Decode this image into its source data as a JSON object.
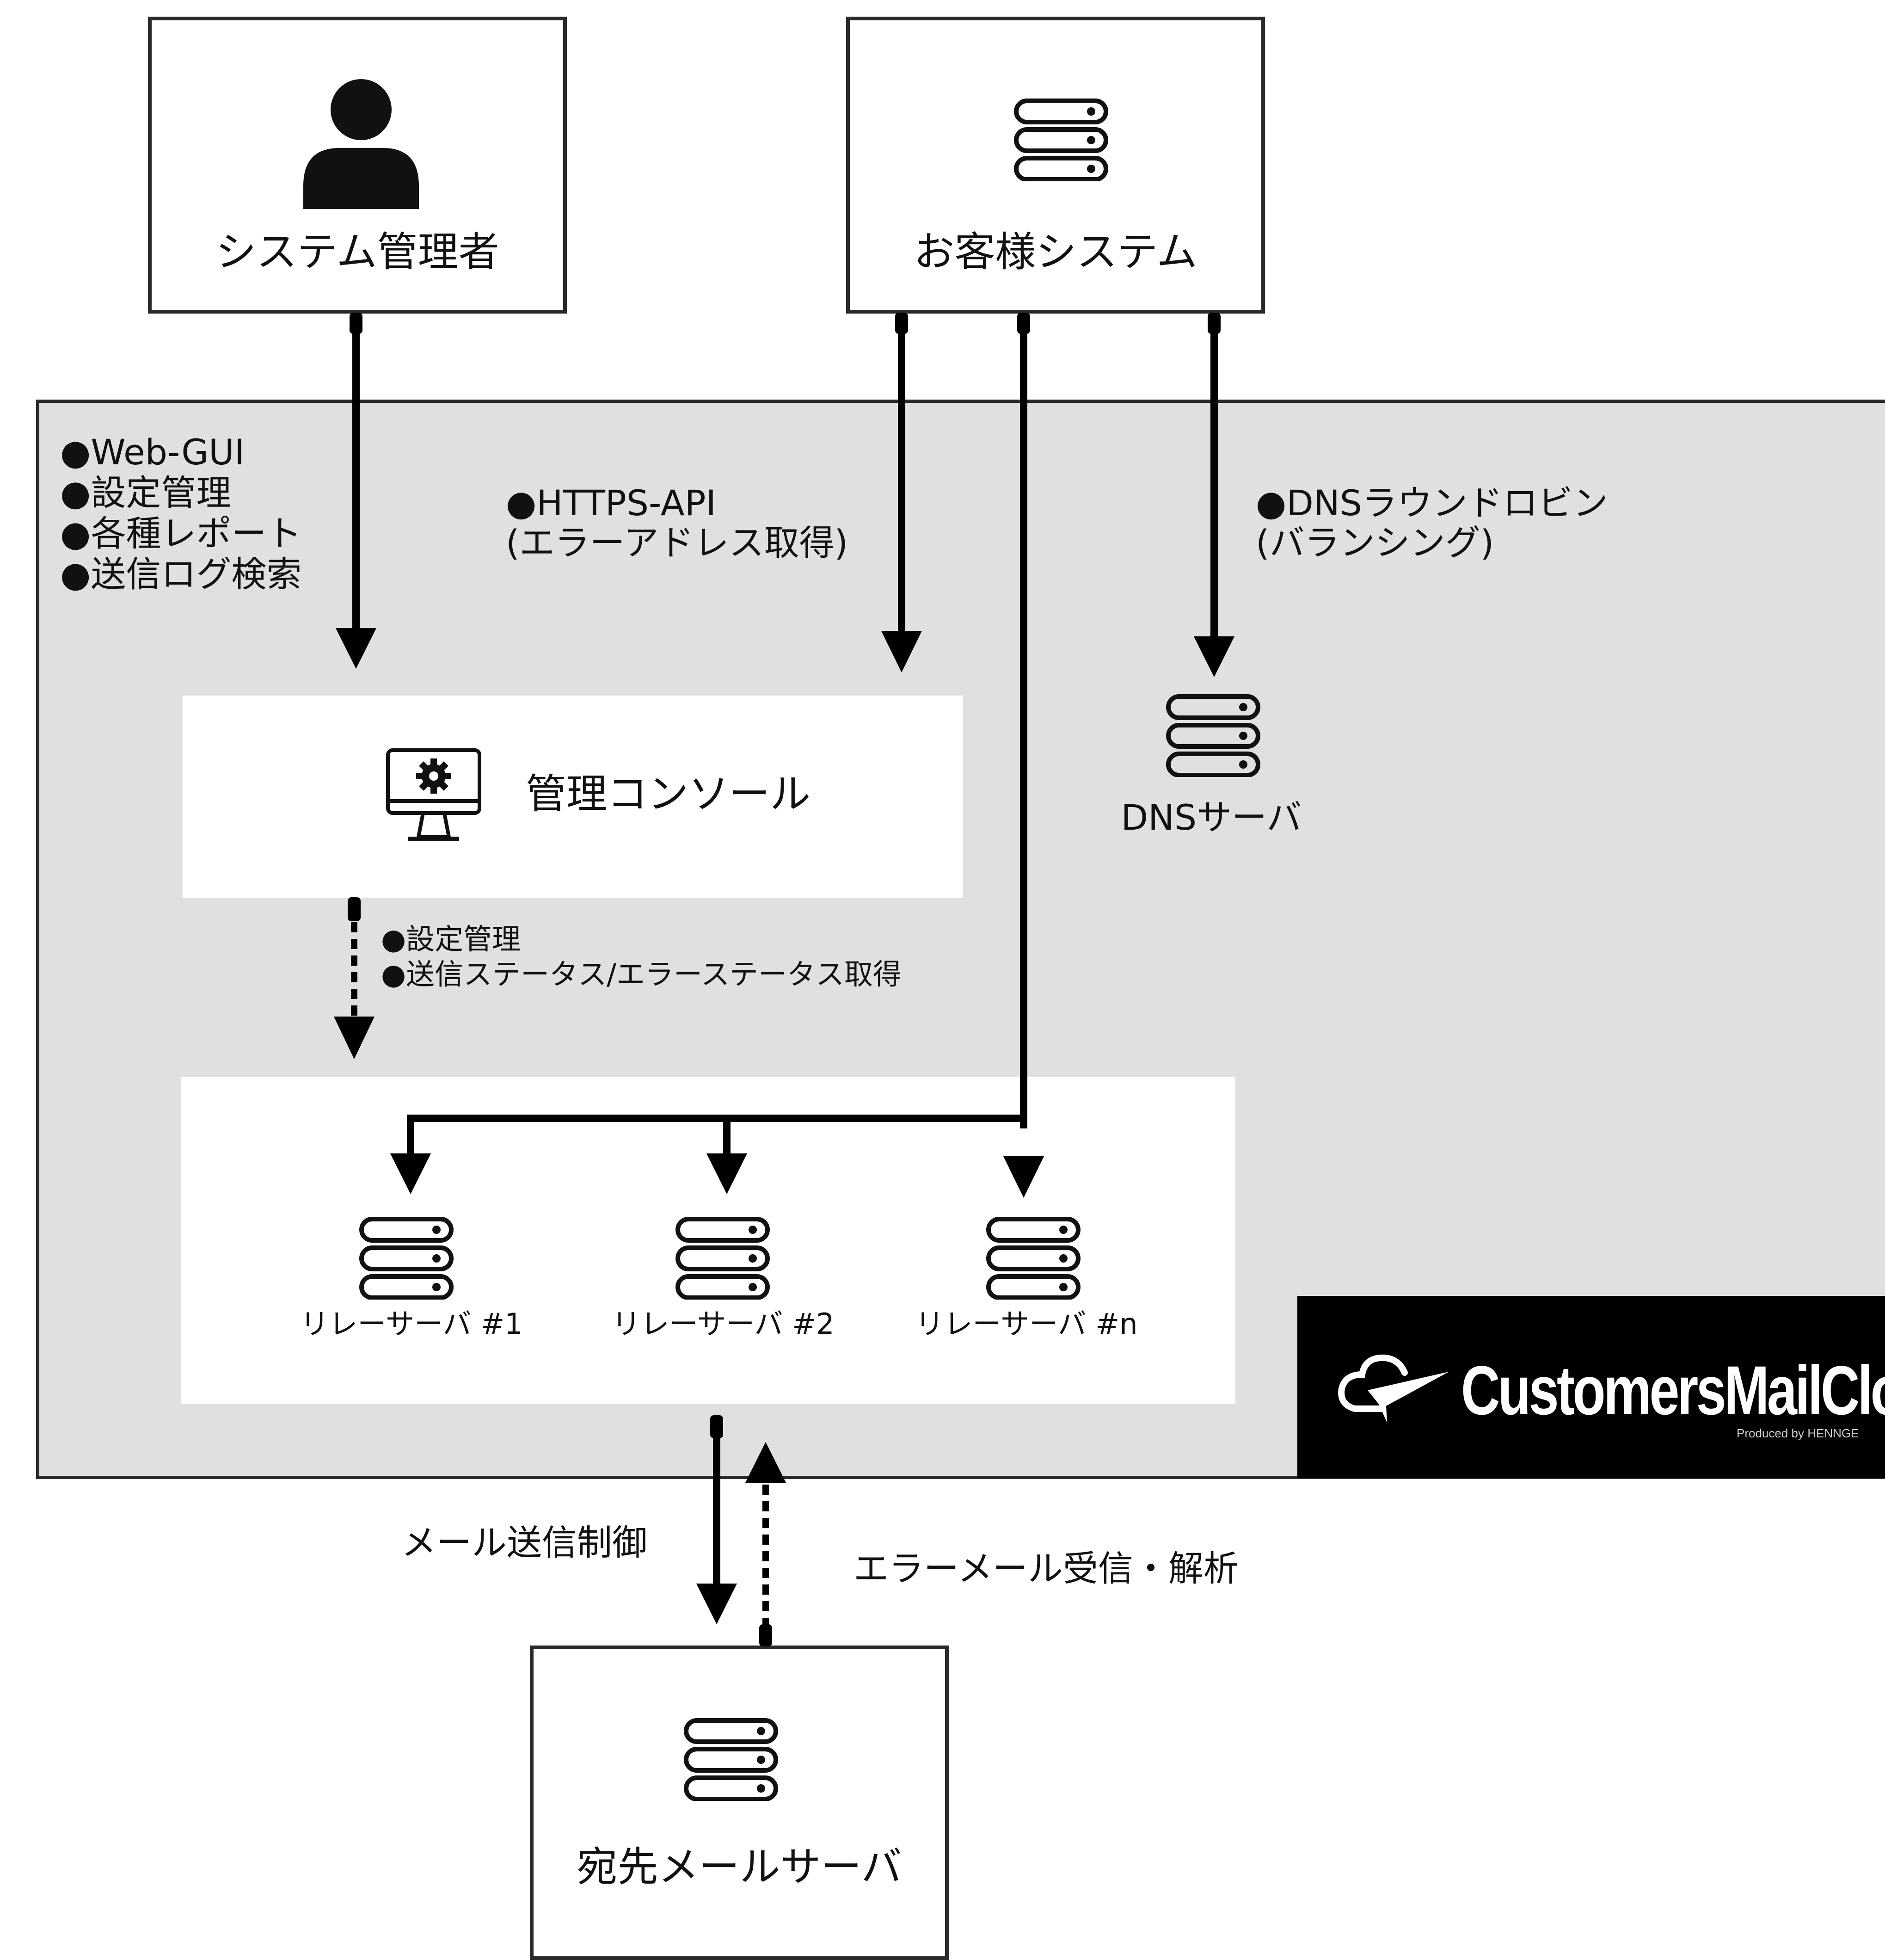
{
  "nodes": {
    "admin": {
      "label": "システム管理者",
      "icon": "user-icon"
    },
    "customer": {
      "label": "お客様システム",
      "icon": "server-icon"
    },
    "console": {
      "label": "管理コンソール",
      "icon": "monitor-gear-icon"
    },
    "dns": {
      "label": "DNSサーバ",
      "icon": "server-icon"
    },
    "relays": [
      {
        "label": "リレーサーバ #1",
        "icon": "server-icon"
      },
      {
        "label": "リレーサーバ #2",
        "icon": "server-icon"
      },
      {
        "label": "リレーサーバ #n",
        "icon": "server-icon"
      }
    ],
    "dest": {
      "label": "宛先メールサーバ",
      "icon": "server-icon"
    }
  },
  "annotations": {
    "admin_bullets": [
      "●Web-GUI",
      "●設定管理",
      "●各種レポート",
      "●送信ログ検索"
    ],
    "api_lines": [
      "●HTTPS-API",
      "(エラーアドレス取得)"
    ],
    "dns_lines": [
      "●DNSラウンドロビン",
      "(バランシング)"
    ],
    "console_lines": [
      "●設定管理",
      "●送信ステータス/エラーステータス取得"
    ],
    "send_control": "メール送信制御",
    "error_mail": "エラーメール受信・解析"
  },
  "logo": {
    "name": "CustomersMailCloud",
    "tagline": "Produced by HENNGE",
    "icon": "cloud-paper-plane-icon"
  },
  "colors": {
    "panel": "#e0e0e0",
    "line": "#000000",
    "border": "#2a2a2a",
    "logo_bg": "#000000"
  }
}
